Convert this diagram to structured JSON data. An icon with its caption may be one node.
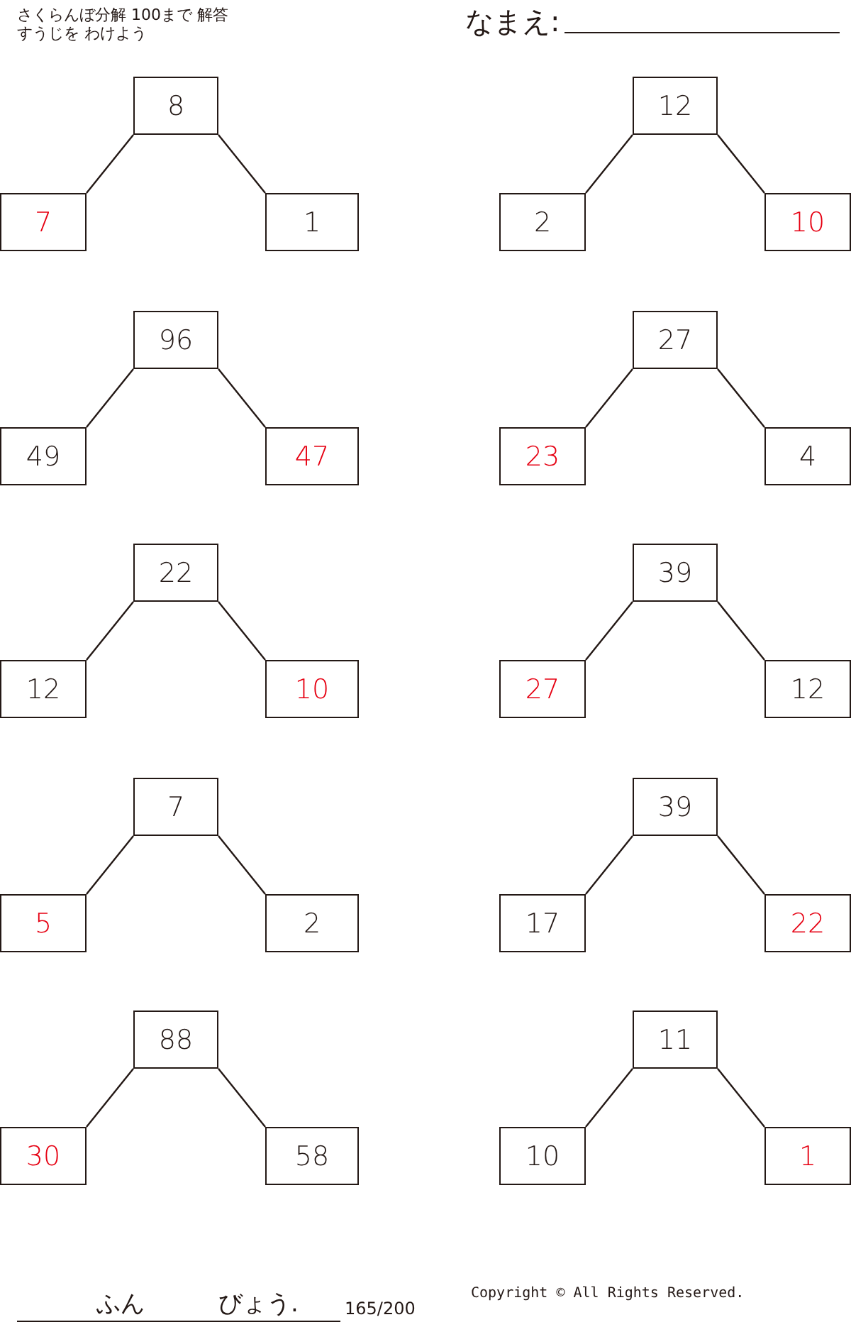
{
  "diagram": {
    "nodes": [
      {
        "text": [
          "8"
        ]
      },
      {
        "text": [
          "7"
        ]
      },
      {
        "text": [
          "1"
        ]
      },
      {
        "text": [
          "12"
        ]
      },
      {
        "text": [
          "2"
        ]
      },
      {
        "text": [
          "10"
        ]
      },
      {
        "text": [
          "96"
        ]
      },
      {
        "text": [
          "49"
        ]
      },
      {
        "text": [
          "47"
        ]
      },
      {
        "text": [
          "27"
        ]
      },
      {
        "text": [
          "23"
        ]
      },
      {
        "text": [
          "4"
        ]
      },
      {
        "text": [
          "22"
        ]
      },
      {
        "text": [
          "12"
        ]
      },
      {
        "text": [
          "10"
        ]
      },
      {
        "text": [
          "39"
        ]
      },
      {
        "text": [
          "27"
        ]
      },
      {
        "text": [
          "12"
        ]
      },
      {
        "text": [
          "7"
        ]
      },
      {
        "text": [
          "5"
        ]
      },
      {
        "text": [
          "2"
        ]
      },
      {
        "text": [
          "39"
        ]
      },
      {
        "text": [
          "17"
        ]
      },
      {
        "text": [
          "22"
        ]
      },
      {
        "text": [
          "88"
        ]
      },
      {
        "text": [
          "30"
        ]
      },
      {
        "text": [
          "58"
        ]
      },
      {
        "text": [
          "11"
        ]
      },
      {
        "text": [
          "10"
        ]
      },
      {
        "text": [
          "1"
        ]
      }
    ],
    "edges": [
      {
        "from": 0,
        "to": 1,
        "arrow": "none"
      },
      {
        "from": 0,
        "to": 2,
        "arrow": "none"
      },
      {
        "from": 3,
        "to": 4,
        "arrow": "none"
      },
      {
        "from": 3,
        "to": 5,
        "arrow": "none"
      },
      {
        "from": 6,
        "to": 7,
        "arrow": "none"
      },
      {
        "from": 6,
        "to": 8,
        "arrow": "none"
      },
      {
        "from": 9,
        "to": 10,
        "arrow": "none"
      },
      {
        "from": 9,
        "to": 11,
        "arrow": "none"
      },
      {
        "from": 12,
        "to": 13,
        "arrow": "none"
      },
      {
        "from": 12,
        "to": 14,
        "arrow": "none"
      },
      {
        "from": 15,
        "to": 16,
        "arrow": "none"
      },
      {
        "from": 15,
        "to": 17,
        "arrow": "none"
      },
      {
        "from": 18,
        "to": 19,
        "arrow": "none"
      },
      {
        "from": 18,
        "to": 20,
        "arrow": "none"
      },
      {
        "from": 21,
        "to": 22,
        "arrow": "none"
      },
      {
        "from": 21,
        "to": 23,
        "arrow": "none"
      },
      {
        "from": 24,
        "to": 25,
        "arrow": "none"
      },
      {
        "from": 24,
        "to": 26,
        "arrow": "none"
      },
      {
        "from": 27,
        "to": 28,
        "arrow": "none"
      },
      {
        "from": 27,
        "to": 29,
        "arrow": "none"
      }
    ],
    "labels": [
      "さくらんぼ分解 100まで 解答",
      "すうじを わけよう",
      "なまえ:",
      "ふん",
      "びょう.",
      "165/200",
      "Copyright © All Rights Reserved."
    ]
  }
}
